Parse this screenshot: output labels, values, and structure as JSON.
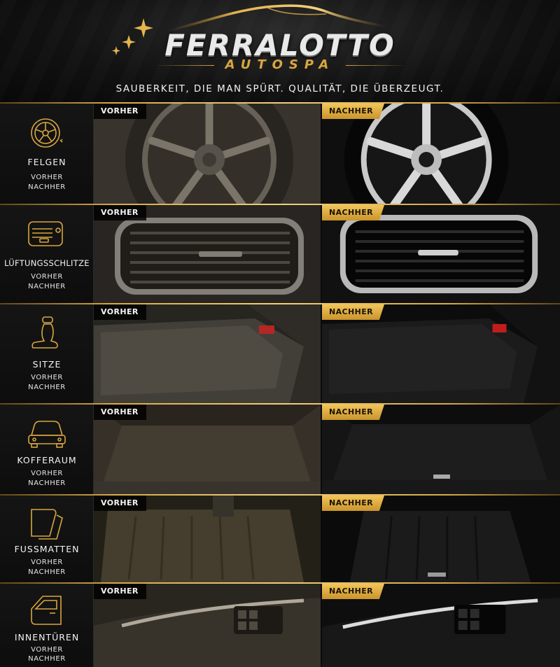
{
  "brand": {
    "name": "FERRALOTTO",
    "sub": "AUTOSPA",
    "tagline": "SAUBERKEIT, DIE MAN SPÜRT. QUALITÄT, DIE ÜBERZEUGT."
  },
  "colors": {
    "gold": "#d8a63f",
    "gold_light": "#f0cf7a",
    "background": "#0b0b0b"
  },
  "labels": {
    "before": "VORHER",
    "after": "NACHHER"
  },
  "rows": [
    {
      "title": "FELGEN",
      "sub1": "VORHER",
      "sub2": "NACHHER",
      "icon": "wheel-rim-icon"
    },
    {
      "title": "LÜFTUNGSSCHLITZE",
      "sub1": "VORHER",
      "sub2": "NACHHER",
      "icon": "air-vent-icon"
    },
    {
      "title": "SITZE",
      "sub1": "VORHER",
      "sub2": "NACHHER",
      "icon": "car-seat-icon"
    },
    {
      "title": "KOFFERAUM",
      "sub1": "VORHER",
      "sub2": "NACHHER",
      "icon": "car-trunk-icon"
    },
    {
      "title": "FUSSMATTEN",
      "sub1": "VORHER",
      "sub2": "NACHHER",
      "icon": "floor-mat-icon"
    },
    {
      "title": "INNENTÜREN",
      "sub1": "VORHER",
      "sub2": "NACHHER",
      "icon": "car-door-icon"
    }
  ]
}
